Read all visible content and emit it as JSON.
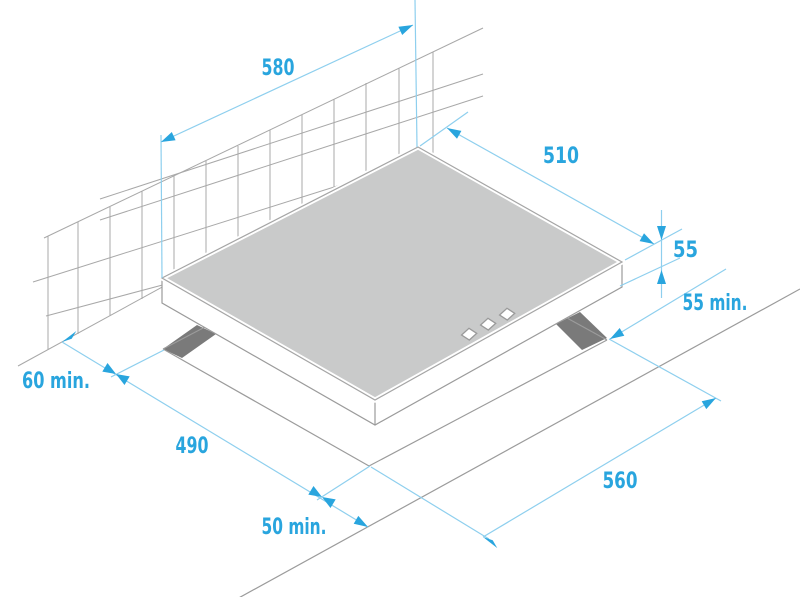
{
  "diagram": {
    "title": "hob-installation-dimensions",
    "dimensions": {
      "top_width": "580",
      "right_depth": "510",
      "thickness": "55",
      "right_clearance": "55 min.",
      "left_clearance": "60 min.",
      "cutout_width": "490",
      "front_clearance": "50 min.",
      "cutout_depth": "560"
    },
    "colors": {
      "accent": "#29a5de",
      "dim_line": "#8ecfee",
      "outline": "#9b9b9b",
      "fence": "#a8a8a8",
      "glass": "#c9caca",
      "hole": "#7a7a7a",
      "background": "#ffffff"
    }
  }
}
